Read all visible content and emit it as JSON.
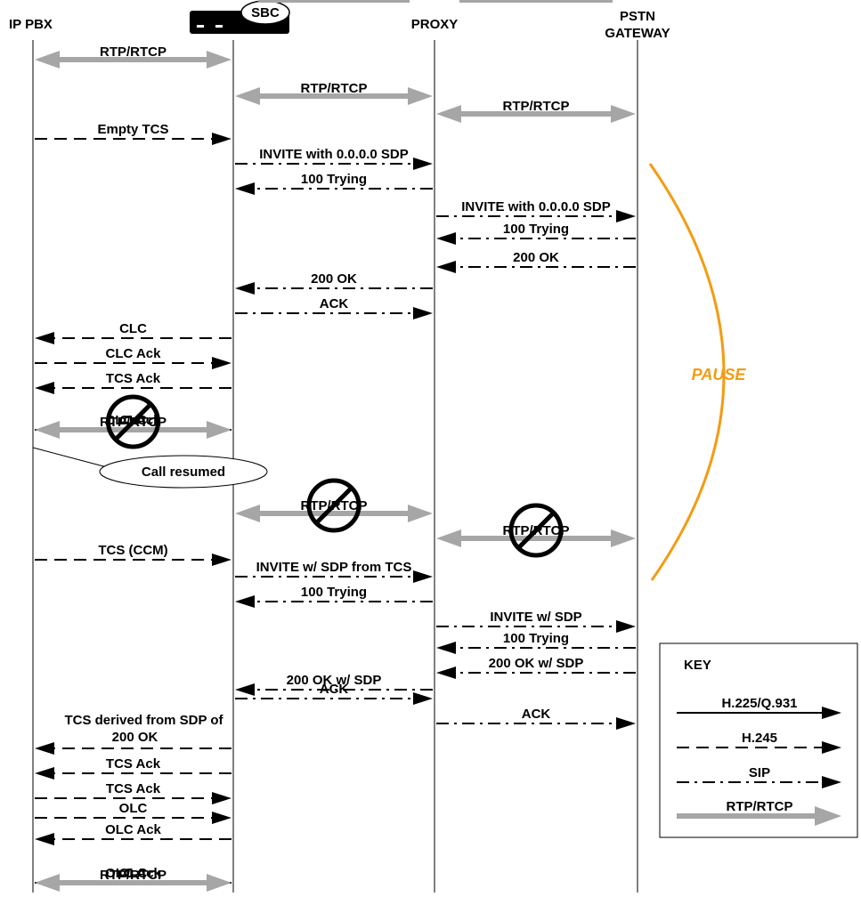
{
  "participants": [
    {
      "id": "ippbx",
      "label": "IP PBX"
    },
    {
      "id": "sbc",
      "label": "SBC"
    },
    {
      "id": "proxy",
      "label": "PROXY"
    },
    {
      "id": "pstn",
      "label_lines": [
        "PSTN",
        "GATEWAY"
      ]
    }
  ],
  "messages": [
    {
      "label": "RTP/RTCP",
      "from": "ippbx",
      "to": "sbc",
      "style": "rtp"
    },
    {
      "label": "RTP/RTCP",
      "from": "sbc",
      "to": "proxy",
      "style": "rtp"
    },
    {
      "label": "RTP/RTCP",
      "from": "proxy",
      "to": "pstn",
      "style": "rtp"
    },
    {
      "label": "Empty TCS",
      "from": "ippbx",
      "to": "sbc",
      "style": "h245"
    },
    {
      "label": "INVITE with 0.0.0.0 SDP",
      "from": "sbc",
      "to": "proxy",
      "style": "sip"
    },
    {
      "label": "100 Trying",
      "from": "proxy",
      "to": "sbc",
      "style": "sip"
    },
    {
      "label": "INVITE with 0.0.0.0 SDP",
      "from": "proxy",
      "to": "pstn",
      "style": "sip"
    },
    {
      "label": "100 Trying",
      "from": "pstn",
      "to": "proxy",
      "style": "sip"
    },
    {
      "label": "200 OK",
      "from": "pstn",
      "to": "proxy",
      "style": "sip"
    },
    {
      "label": "200 OK",
      "from": "proxy",
      "to": "sbc",
      "style": "sip"
    },
    {
      "label": "ACK",
      "from": "sbc",
      "to": "proxy",
      "style": "sip"
    },
    {
      "label": "CLC",
      "from": "sbc",
      "to": "ippbx",
      "style": "h245"
    },
    {
      "label": "CLC Ack",
      "from": "ippbx",
      "to": "sbc",
      "style": "h245"
    },
    {
      "label": "TCS Ack",
      "from": "sbc",
      "to": "ippbx",
      "style": "h245"
    },
    {
      "label": "CLC",
      "from": "ippbx",
      "to": "sbc",
      "style": "h245"
    },
    {
      "label": "CLC Ack",
      "from": "sbc",
      "to": "ippbx",
      "style": "h245"
    },
    {
      "label": "RTP/RTCP",
      "from": "ippbx",
      "to": "sbc",
      "style": "rtp",
      "blocked": true
    },
    {
      "label": "RTP/RTCP",
      "from": "sbc",
      "to": "proxy",
      "style": "rtp",
      "blocked": true
    },
    {
      "label": "RTP/RTCP",
      "from": "proxy",
      "to": "pstn",
      "style": "rtp",
      "blocked": true
    },
    {
      "label": "TCS (CCM)",
      "from": "ippbx",
      "to": "sbc",
      "style": "h245"
    },
    {
      "label": "INVITE w/ SDP from TCS",
      "from": "sbc",
      "to": "proxy",
      "style": "sip"
    },
    {
      "label": "100 Trying",
      "from": "proxy",
      "to": "sbc",
      "style": "sip"
    },
    {
      "label": "INVITE w/ SDP",
      "from": "proxy",
      "to": "pstn",
      "style": "sip"
    },
    {
      "label": "100 Trying",
      "from": "pstn",
      "to": "proxy",
      "style": "sip"
    },
    {
      "label": "200 OK w/ SDP",
      "from": "pstn",
      "to": "proxy",
      "style": "sip"
    },
    {
      "label": "200 OK w/ SDP",
      "from": "proxy",
      "to": "sbc",
      "style": "sip"
    },
    {
      "label": "ACK",
      "from": "sbc",
      "to": "proxy",
      "style": "sip"
    },
    {
      "label": "ACK",
      "from": "proxy",
      "to": "pstn",
      "style": "sip"
    },
    {
      "label_lines": [
        "TCS derived from SDP of",
        "200 OK"
      ],
      "from": "sbc",
      "to": "ippbx",
      "style": "h245"
    },
    {
      "label": "TCS Ack",
      "from": "sbc",
      "to": "ippbx",
      "style": "h245"
    },
    {
      "label": "TCS Ack",
      "from": "ippbx",
      "to": "sbc",
      "style": "h245"
    },
    {
      "label": "OLC",
      "from": "ippbx",
      "to": "sbc",
      "style": "h245"
    },
    {
      "label": "OLC Ack",
      "from": "sbc",
      "to": "ippbx",
      "style": "h245"
    },
    {
      "label": "OLC",
      "from": "sbc",
      "to": "ippbx",
      "style": "h245"
    },
    {
      "label": "OLC Ack",
      "from": "ippbx",
      "to": "sbc",
      "style": "h245"
    },
    {
      "label": "RTP/RTCP",
      "from": "ippbx",
      "to": "sbc",
      "style": "rtp"
    },
    {
      "label": "RTP/RTCP",
      "from": "sbc",
      "to": "proxy",
      "style": "rtp"
    },
    {
      "label": "RTP/RTCP",
      "from": "proxy",
      "to": "pstn",
      "style": "rtp"
    }
  ],
  "callout": {
    "label": "Call resumed"
  },
  "pause": {
    "label": "PAUSE",
    "color": "#f39c12"
  },
  "key": {
    "title": "KEY",
    "entries": [
      {
        "label": "H.225/Q.931",
        "style": "h225"
      },
      {
        "label": "H.245",
        "style": "h245"
      },
      {
        "label": "SIP",
        "style": "sip"
      },
      {
        "label": "RTP/RTCP",
        "style": "rtp"
      }
    ]
  },
  "colors": {
    "rtp": "#a6a6a6",
    "line": "#000000",
    "pause": "#f39c12"
  }
}
